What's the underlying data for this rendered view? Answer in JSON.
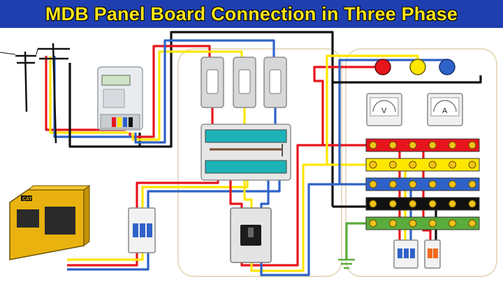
{
  "title": "MDB Panel Board Connection in Three Phase",
  "meters": {
    "voltmeter_label": "V",
    "ammeter_label": "A"
  },
  "generator": {
    "brand": "CAT"
  },
  "colors": {
    "phase_red": "#e8141c",
    "phase_yellow": "#ffe600",
    "phase_blue": "#2f62c8",
    "neutral_black": "#111111",
    "earth_green": "#5aac3c",
    "title_bg": "#1f3fb0",
    "title_text": "#ffe419"
  },
  "busbars": [
    {
      "color": "red",
      "screws": 6
    },
    {
      "color": "yellow",
      "screws": 6
    },
    {
      "color": "blue",
      "screws": 6
    },
    {
      "color": "black",
      "screws": 6
    },
    {
      "color": "green",
      "screws": 6
    }
  ],
  "indicator_lamps": [
    "red",
    "yellow",
    "blue"
  ]
}
